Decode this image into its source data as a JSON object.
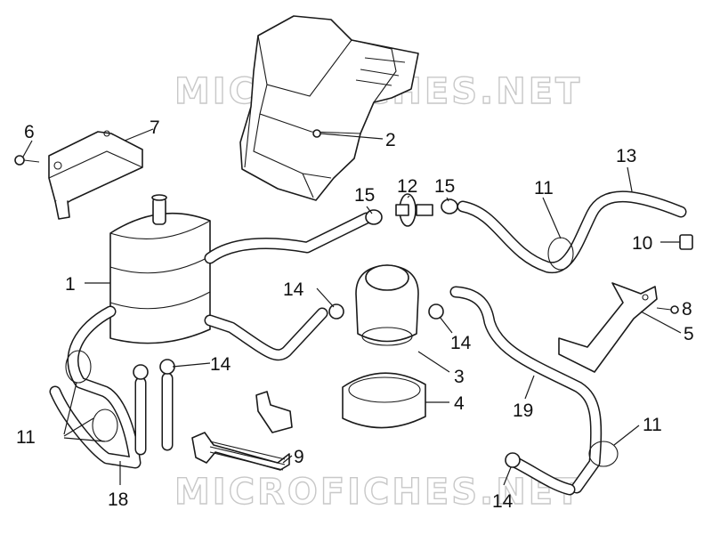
{
  "watermark": {
    "text": "MICROFICHES.NET"
  },
  "callouts": [
    {
      "id": "c1",
      "text": "1"
    },
    {
      "id": "c2",
      "text": "2"
    },
    {
      "id": "c3",
      "text": "3"
    },
    {
      "id": "c4",
      "text": "4"
    },
    {
      "id": "c5",
      "text": "5"
    },
    {
      "id": "c6",
      "text": "6"
    },
    {
      "id": "c7",
      "text": "7"
    },
    {
      "id": "c8",
      "text": "8"
    },
    {
      "id": "c9",
      "text": "9"
    },
    {
      "id": "c10",
      "text": "10"
    },
    {
      "id": "c11a",
      "text": "11"
    },
    {
      "id": "c11b",
      "text": "11"
    },
    {
      "id": "c11c",
      "text": "11"
    },
    {
      "id": "c12",
      "text": "12"
    },
    {
      "id": "c13",
      "text": "13"
    },
    {
      "id": "c14a",
      "text": "14"
    },
    {
      "id": "c14b",
      "text": "14"
    },
    {
      "id": "c14c",
      "text": "14"
    },
    {
      "id": "c14d",
      "text": "14"
    },
    {
      "id": "c15a",
      "text": "15"
    },
    {
      "id": "c15b",
      "text": "15"
    },
    {
      "id": "c18",
      "text": "18"
    },
    {
      "id": "c19",
      "text": "19"
    }
  ],
  "colors": {
    "line": "#1a1a1a",
    "watermark": "#c8c8c8",
    "background": "#ffffff"
  }
}
